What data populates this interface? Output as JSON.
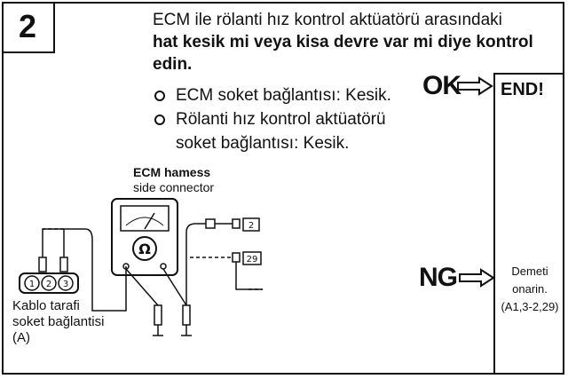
{
  "step": {
    "number": "2"
  },
  "title": {
    "line1": "ECM ile rölanti hız kontrol aktüatörü arasındaki",
    "line2": "hat kesik mi veya kisa devre var mi diye kontrol",
    "line3": "edin."
  },
  "bullets": [
    {
      "text": "ECM soket bağlantısı: Kesik."
    },
    {
      "text": "Rölanti hız kontrol aktüatörü soket bağlantısı: Kesik."
    }
  ],
  "ok": {
    "label": "OK",
    "result": "END!"
  },
  "ng": {
    "label": "NG",
    "action_line1": "Demeti",
    "action_line2": "onarin.",
    "action_line3": "(A1,3-2,29)"
  },
  "diagram": {
    "ecm_label_line1": "ECM hamess",
    "ecm_label_line2": "side connector",
    "meter_symbol": "Ω",
    "connector_pins": [
      "1",
      "2",
      "3"
    ],
    "pin_tags": [
      "2",
      "29"
    ],
    "cable_label_line1": "Kablo tarafi",
    "cable_label_line2": "soket bağlantisi",
    "cable_label_line3": "(A)"
  }
}
